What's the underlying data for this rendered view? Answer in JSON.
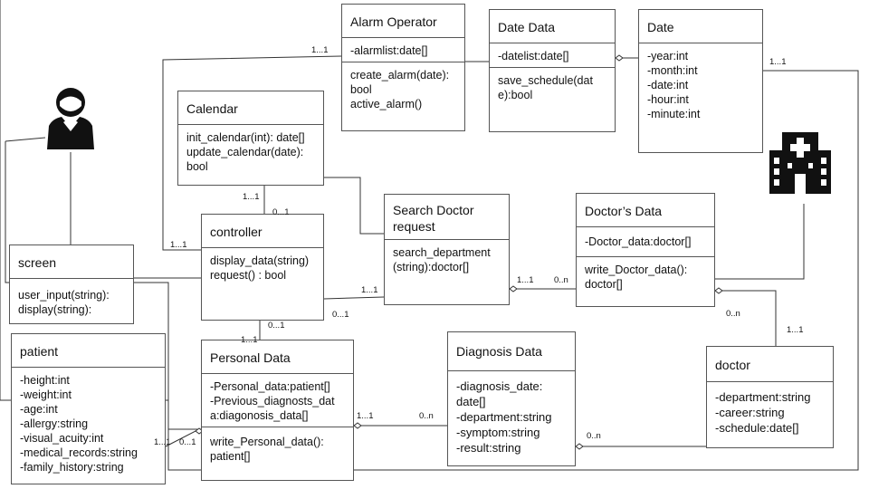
{
  "classes": {
    "alarm_operator": {
      "name": "Alarm Operator",
      "attributes": [
        "-alarmlist:date[]"
      ],
      "methods": [
        "create_alarm(date):",
        "bool",
        "active_alarm()"
      ]
    },
    "date_data": {
      "name": "Date Data",
      "attributes": [
        "-datelist:date[]"
      ],
      "methods": [
        "save_schedule(dat",
        "e):bool"
      ]
    },
    "date": {
      "name": "Date",
      "attributes": [
        "-year:int",
        "-month:int",
        "-date:int",
        "-hour:int",
        "-minute:int"
      ]
    },
    "calendar": {
      "name": "Calendar",
      "methods": [
        "init_calendar(int): date[]",
        "update_calendar(date):",
        "bool"
      ]
    },
    "controller": {
      "name": "controller",
      "methods": [
        "display_data(string)",
        "request() : bool"
      ]
    },
    "search_doctor": {
      "name": [
        "Search Doctor",
        "request"
      ],
      "methods": [
        "search_department",
        "(string):doctor[]"
      ]
    },
    "doctors_data": {
      "name": "Doctor’s Data",
      "attributes": [
        "-Doctor_data:doctor[]"
      ],
      "methods": [
        "write_Doctor_data():",
        "doctor[]"
      ]
    },
    "screen": {
      "name": "screen",
      "methods": [
        "user_input(string):",
        "display(string):"
      ]
    },
    "patient": {
      "name": "patient",
      "attributes": [
        "-height:int",
        "-weight:int",
        "-age:int",
        "-allergy:string",
        "-visual_acuity:int",
        "-medical_records:string",
        "-family_history:string"
      ]
    },
    "personal_data": {
      "name": "Personal Data",
      "attributes": [
        "-Personal_data:patient[]",
        "-Previous_diagnosts_dat",
        "a:diagonosis_data[]"
      ],
      "methods": [
        "write_Personal_data():",
        "patient[]"
      ]
    },
    "diagnosis_data": {
      "name": "Diagnosis Data",
      "attributes": [
        "-diagnosis_date:",
        "date[]",
        "-department:string",
        "-symptom:string",
        "-result:string"
      ]
    },
    "doctor": {
      "name": "doctor",
      "attributes": [
        "-department:string",
        "-career:string",
        "-schedule:date[]"
      ]
    }
  },
  "multiplicities": {
    "m_alarm": "1...1",
    "m_date": "1...1",
    "m_cal_a": "1...1",
    "m_cal_b": "0...1",
    "m_ctrl_left": "1...1",
    "m_ctrl_search": "1...1",
    "m_ctrl_bottom": "0...1",
    "m_search_a": "1...1",
    "m_search_b": "0..n",
    "m_doc_a": "0..n",
    "m_doc_b": "1...1",
    "m_pd_top_a": "0...1",
    "m_pd_top_b": "1...1",
    "m_pd_diag_a": "1...1",
    "m_pd_diag_b": "0..n",
    "m_pat_a": "1...1",
    "m_pat_b": "0...1",
    "m_diag_doctor": "0..n"
  },
  "actors": {
    "user": "user-avatar-icon",
    "hospital": "hospital-building-icon"
  }
}
